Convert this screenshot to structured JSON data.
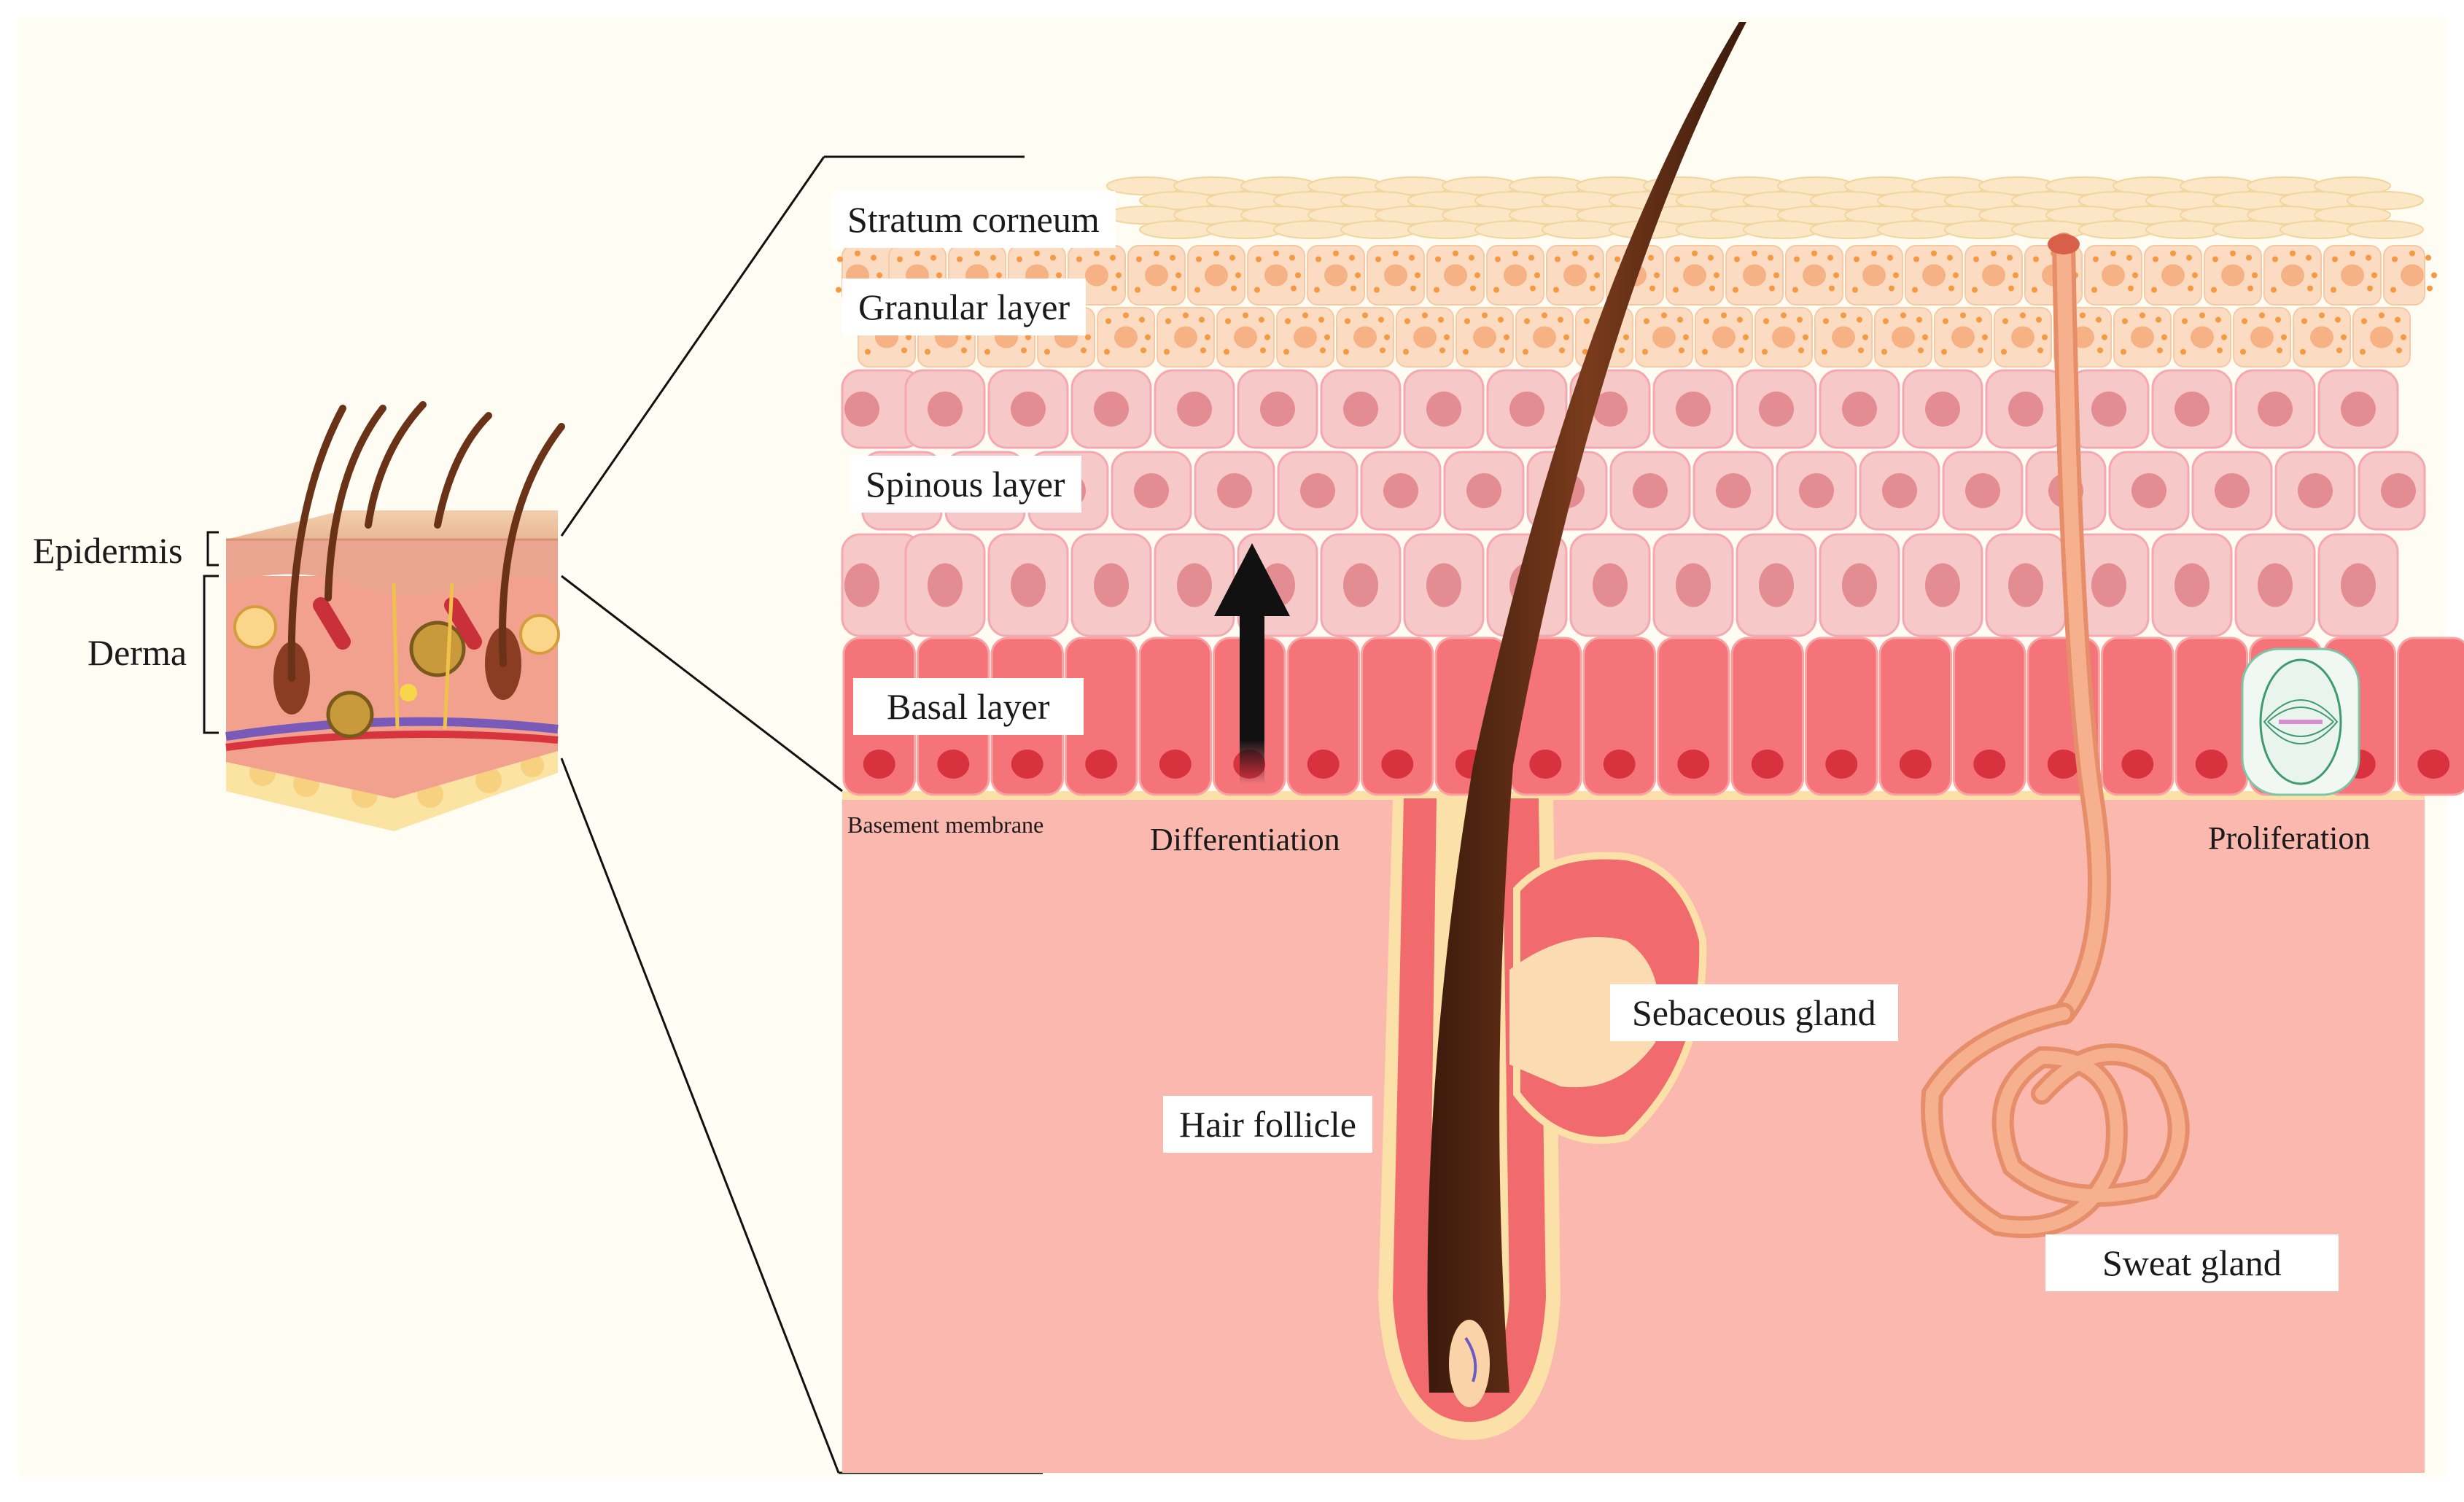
{
  "diagram": {
    "left_labels": {
      "epidermis": "Epidermis",
      "derma": "Derma"
    },
    "layers": {
      "stratum_corneum": "Stratum corneum",
      "granular": "Granular layer",
      "spinous": "Spinous layer",
      "basal": "Basal layer",
      "basement_membrane": "Basement membrane"
    },
    "processes": {
      "differentiation": "Differentiation",
      "proliferation": "Proliferation"
    },
    "structures": {
      "sebaceous_gland": "Sebaceous gland",
      "hair_follicle": "Hair follicle",
      "sweat_gland": "Sweat gland"
    }
  },
  "colors": {
    "background": "#fefcf3",
    "dermis": "#fbb8ae",
    "basal_cell": "#f4747a",
    "basal_nucleus": "#d9323f",
    "spinous_cell": "#f7c8c8",
    "spinous_nucleus": "#e38c92",
    "granular_cell": "#fbdcc2",
    "granular_dot": "#f59a43",
    "corneum": "#fbe7c6",
    "hair": "#5a2a14",
    "sweat_duct": "#f3a17a",
    "outline": "#fbe0a8"
  }
}
